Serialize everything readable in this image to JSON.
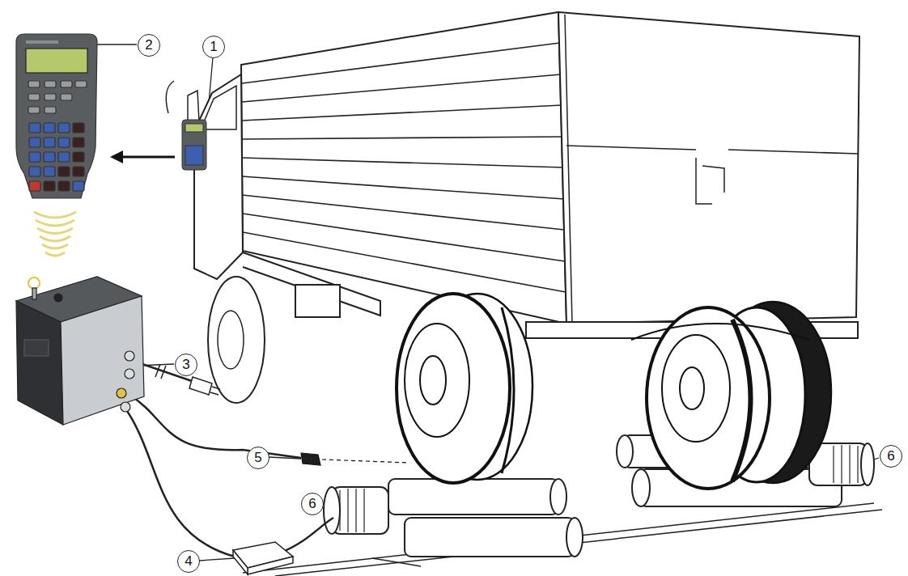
{
  "diagram": {
    "labels": [
      "2",
      "1",
      "3",
      "5",
      "6",
      "6",
      "4"
    ]
  }
}
